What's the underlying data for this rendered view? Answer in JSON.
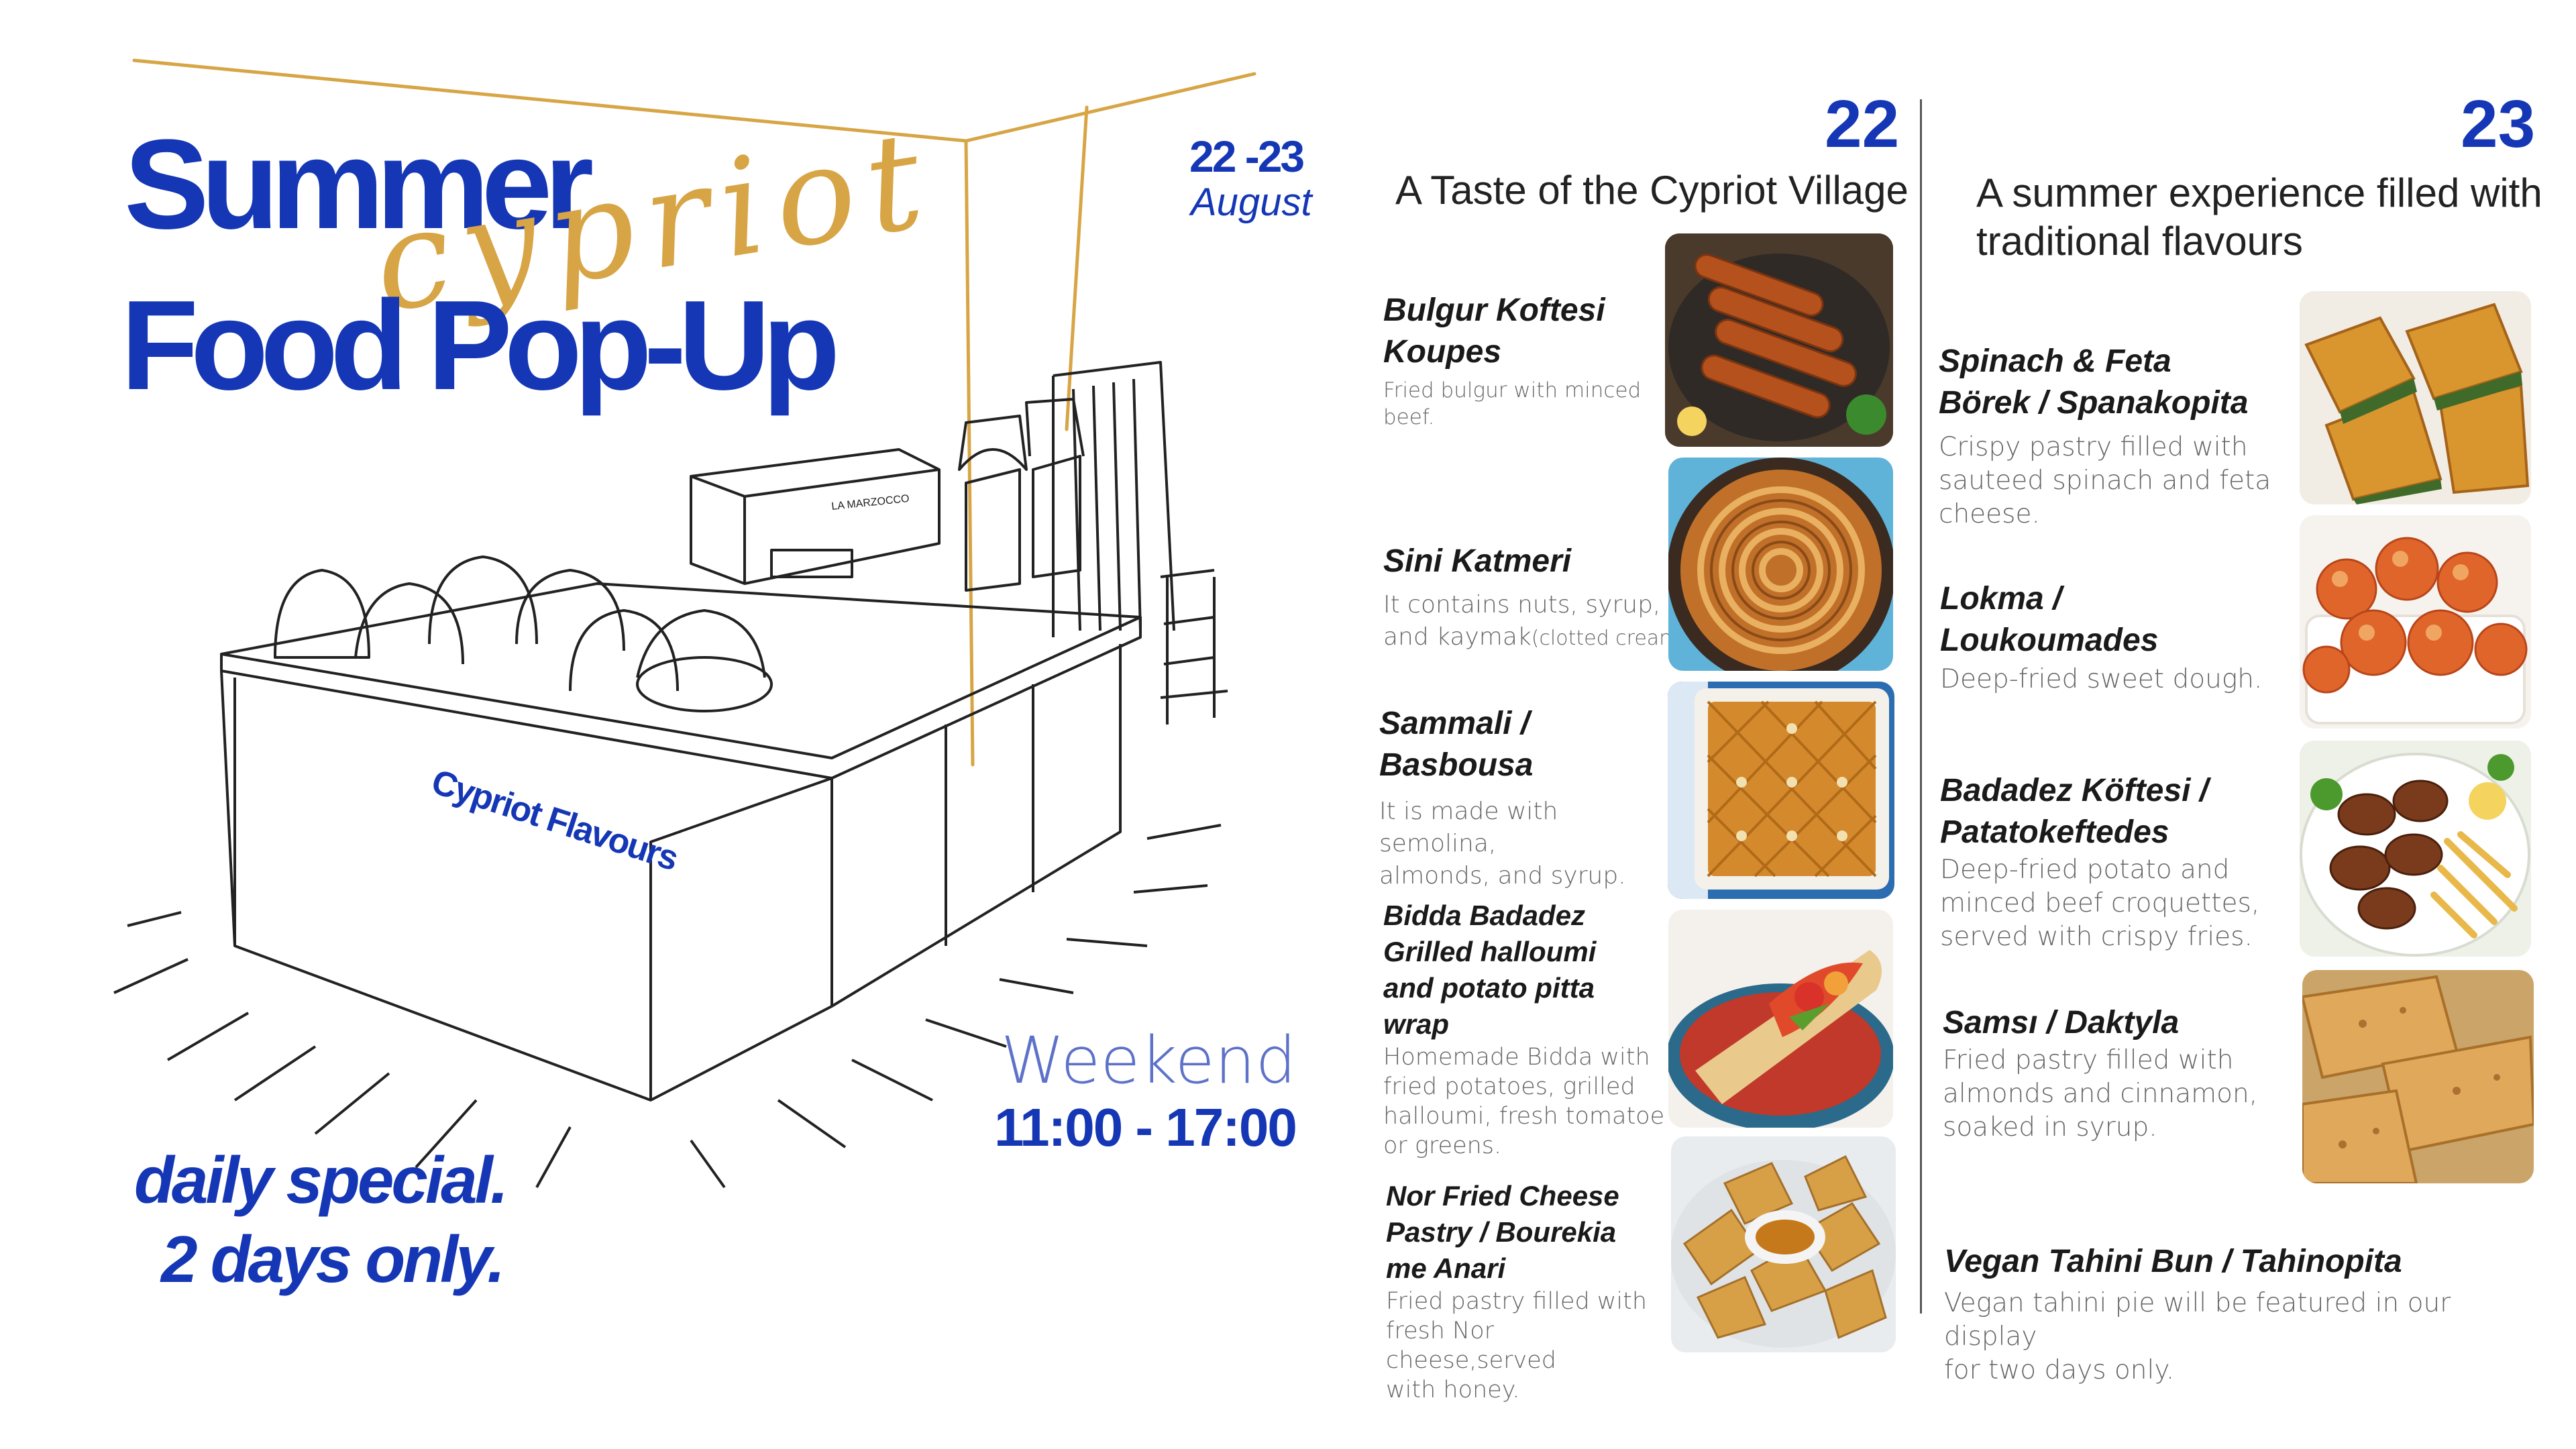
{
  "event": {
    "title_line1": "Summer",
    "title_script": "cypriot",
    "title_line2": "Food Pop-Up",
    "dates": "22 -23",
    "month": "August",
    "weekend_label": "Weekend",
    "hours": "11:00 - 17:00",
    "tagline_1": "daily special.",
    "tagline_2": "2 days only.",
    "counter_sign": "Cypriot Flavours",
    "machine_brand": "LA MARZOCCO"
  },
  "day22": {
    "day": "22",
    "heading": "A Taste of the Cypriot Village",
    "items": [
      {
        "title_1": "Bulgur Koftesi",
        "title_2": "Koupes",
        "desc_1": "Fried bulgur with minced",
        "desc_2": "beef."
      },
      {
        "title_1": "Sini Katmeri",
        "desc_1": "It contains nuts, syrup,",
        "desc_2": "and kaymak",
        "desc_paren": "(clotted cream)"
      },
      {
        "title_1": "Sammali /",
        "title_2": "Basbousa",
        "desc_1": "It is made with semolina,",
        "desc_2": "almonds, and syrup."
      },
      {
        "title_1": "Bidda Badadez",
        "title_2": "Grilled halloumi",
        "title_3": "and potato pitta",
        "title_4": "wrap",
        "desc_1": "Homemade Bidda with",
        "desc_2": "fried potatoes, grilled",
        "desc_3": "halloumi, fresh tomatoe",
        "desc_4": "or greens."
      },
      {
        "title_1": "Nor Fried Cheese",
        "title_2": "Pastry / Bourekia",
        "title_3": "me Anari",
        "desc_1": "Fried pastry filled with",
        "desc_2": "fresh Nor cheese,served",
        "desc_3": "with honey."
      }
    ]
  },
  "day23": {
    "day": "23",
    "heading_1": "A summer experience filled with",
    "heading_2": "traditional flavours",
    "items": [
      {
        "title_1": "Spinach & Feta",
        "title_2": "Börek / Spanakopita",
        "desc_1": "Crispy pastry filled with",
        "desc_2": "sauteed spinach and feta",
        "desc_3": "cheese."
      },
      {
        "title_1": "Lokma / Loukoumades",
        "desc_1": "Deep-fried sweet dough."
      },
      {
        "title_1": "Badadez Köftesi /",
        "title_2": "Patatokeftedes",
        "desc_1": "Deep-fried potato and",
        "desc_2": "minced beef croquettes,",
        "desc_3": "served with crispy fries."
      },
      {
        "title_1": "Samsı / Daktyla",
        "desc_1": "Fried pastry filled with",
        "desc_2": "almonds and cinnamon,",
        "desc_3": "soaked in syrup."
      },
      {
        "title_1": "Vegan Tahini Bun / Tahinopita",
        "desc_1": "Vegan tahini pie will be featured in our display",
        "desc_2": "for two days only."
      }
    ]
  },
  "colors": {
    "brand_blue": "#1537b5",
    "gold": "#d7a545",
    "text_grey": "#666666"
  },
  "photos": [
    "koupes-photo",
    "katmeri-photo",
    "basbousa-photo",
    "pitta-wrap-photo",
    "bourekia-photo",
    "spanakopita-photo",
    "loukoumades-photo",
    "patatokeftedes-photo",
    "daktyla-photo"
  ]
}
